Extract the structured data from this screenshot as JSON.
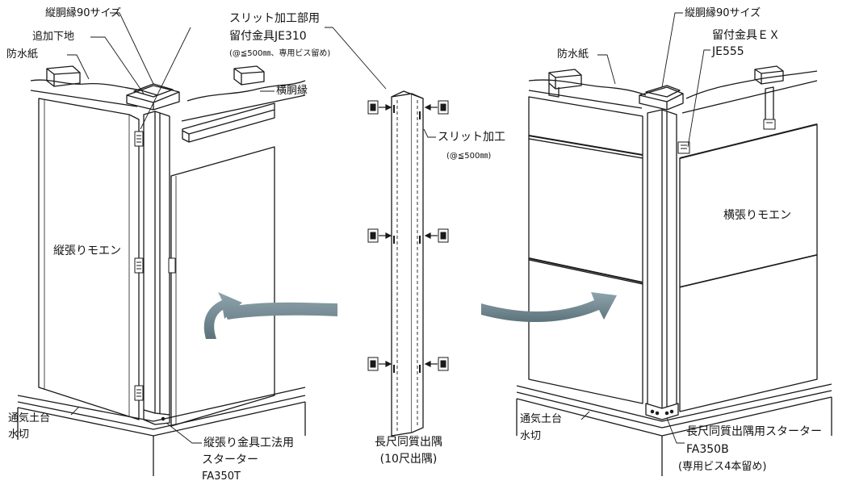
{
  "left_labels": {
    "furring_90": "縦胴縁90サイズ",
    "added_base": "追加下地",
    "waterproof_paper": "防水紙",
    "slit_bracket_title": "スリット加工部用",
    "slit_bracket_name": "留付金具JE310",
    "slit_bracket_note": "(@≦500㎜、専用ビス留め)",
    "horizontal_furring": "横胴縁",
    "vertical_panel": "縦張りモエン",
    "vent_sill": "通気土台",
    "flashing": "水切",
    "starter_title": "縦張り金具工法用",
    "starter_sub": "スターター",
    "starter_code": "FA350T"
  },
  "center_labels": {
    "slit_process": "スリット加工",
    "slit_note": "(@≦500㎜)",
    "corner_name": "長尺同質出隅",
    "corner_note": "(10尺出隅)"
  },
  "right_labels": {
    "furring_90": "縦胴縁90サイズ",
    "waterproof_paper": "防水紙",
    "bracket_title": "留付金具ＥＸ",
    "bracket_code": "JE555",
    "horizontal_panel": "横張りモエン",
    "vent_sill": "通気土台",
    "flashing": "水切",
    "starter_title": "長尺同質出隅用スターター",
    "starter_code": "FA350B",
    "starter_note": "(専用ビス4本留め)"
  },
  "colors": {
    "line": "#1a1a1a",
    "arrow": "#6f8790",
    "arrow_dark": "#52666e",
    "background": "#ffffff"
  }
}
